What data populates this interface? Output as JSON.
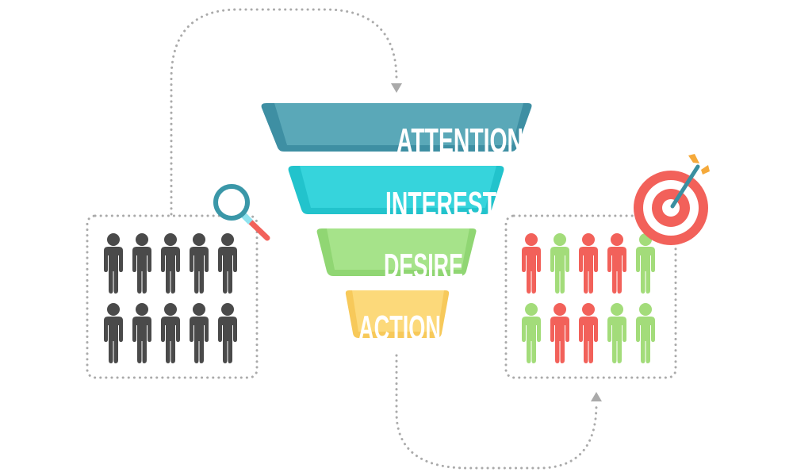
{
  "funnel": {
    "stages": [
      {
        "label": "ATTENTION",
        "color": "#5aa8b8",
        "shade": "#3e8fa3"
      },
      {
        "label": "INTEREST",
        "color": "#36d4dc",
        "shade": "#22c3cc"
      },
      {
        "label": "DESIRE",
        "color": "#a6e38a",
        "shade": "#90d673"
      },
      {
        "label": "ACTION",
        "color": "#fcd97a",
        "shade": "#f7c95a"
      }
    ]
  },
  "left_group": {
    "icon": "magnifier-icon",
    "people_count": 10,
    "person_color": "#4a4a4a"
  },
  "right_group": {
    "icon": "target-icon",
    "people": [
      "red",
      "green",
      "red",
      "red",
      "green",
      "green",
      "red",
      "red",
      "green",
      "green"
    ],
    "red": "#f2615a",
    "green": "#a3dc7a"
  },
  "connectors": {
    "color": "#aaaaaa",
    "top_arrow": "arrow-down-icon",
    "bottom_arrow": "arrow-up-icon"
  }
}
